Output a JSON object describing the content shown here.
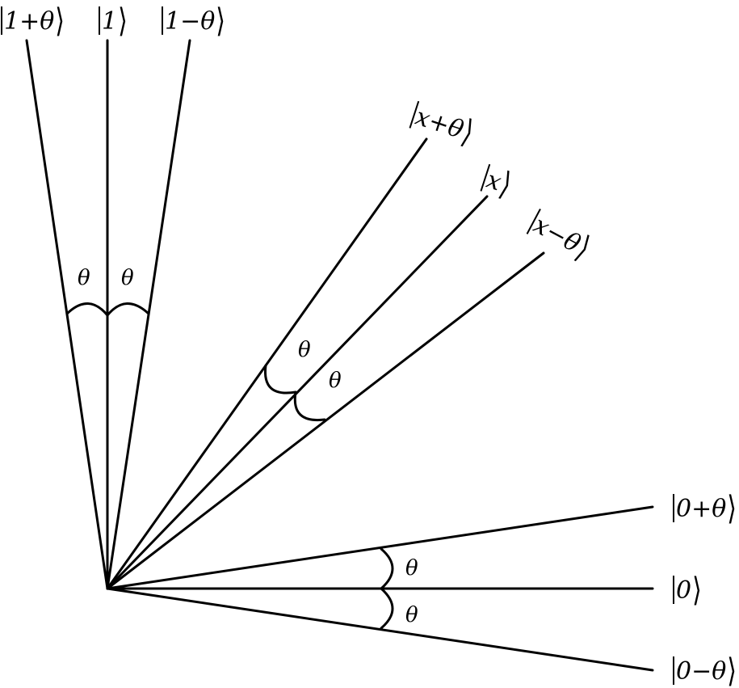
{
  "diagram": {
    "kets": {
      "one_plus_theta": "1+θ",
      "one": "1",
      "one_minus_theta": "1−θ",
      "x_plus_theta": "x+θ",
      "x": "x",
      "x_minus_theta": "x−θ",
      "zero_plus_theta": "0+θ",
      "zero": "0",
      "zero_minus_theta": "0−θ"
    },
    "angle_label": "θ"
  }
}
